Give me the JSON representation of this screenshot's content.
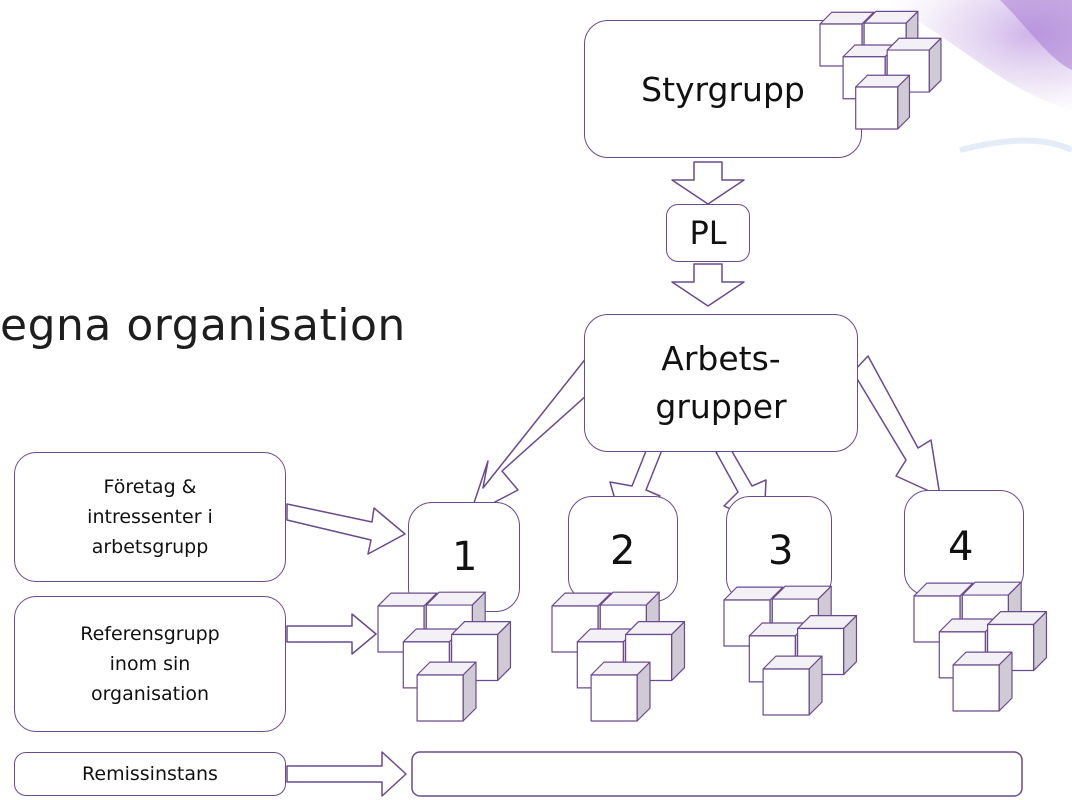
{
  "title": "egna organisation",
  "nodes": {
    "styrgrupp": "Styrgrupp",
    "pl": "PL",
    "arbetsgrupper": "Arbets-\ngrupper"
  },
  "groups": [
    "1",
    "2",
    "3",
    "4"
  ],
  "side_boxes": {
    "foretag": "Företag &\nintressenter i\narbetsgrupp",
    "referens": "Referensgrupp\ninom sin\norganisation",
    "remiss": "Remissinstans"
  },
  "colors": {
    "stroke": "#6a4a8e",
    "cube_front": "#ffffff",
    "cube_top": "#f3f1f5",
    "cube_side": "#cfcad4",
    "connector": "#b9b3bf"
  }
}
